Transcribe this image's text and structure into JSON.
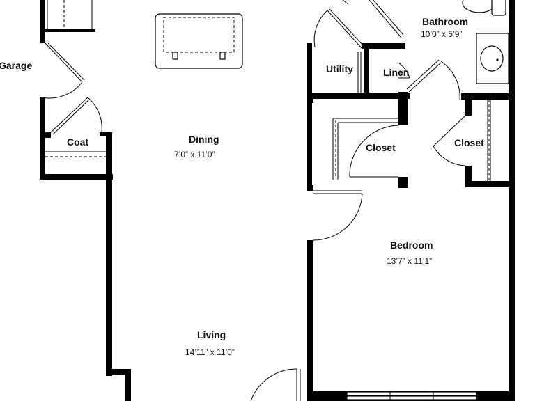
{
  "rooms": {
    "garage": {
      "label": "Garage"
    },
    "coat": {
      "label": "Coat"
    },
    "dining": {
      "label": "Dining",
      "dims": "7’0” x 11’0”"
    },
    "living": {
      "label": "Living",
      "dims": "14’11” x 11’0”"
    },
    "utility": {
      "label": "Utility"
    },
    "linen": {
      "label": "Linen"
    },
    "bathroom": {
      "label": "Bathroom",
      "dims": "10’0” x 5’9”"
    },
    "closet_center": {
      "label": "Closet"
    },
    "closet_right": {
      "label": "Closet"
    },
    "bedroom": {
      "label": "Bedroom",
      "dims": "13’7” x 11’1”"
    }
  }
}
